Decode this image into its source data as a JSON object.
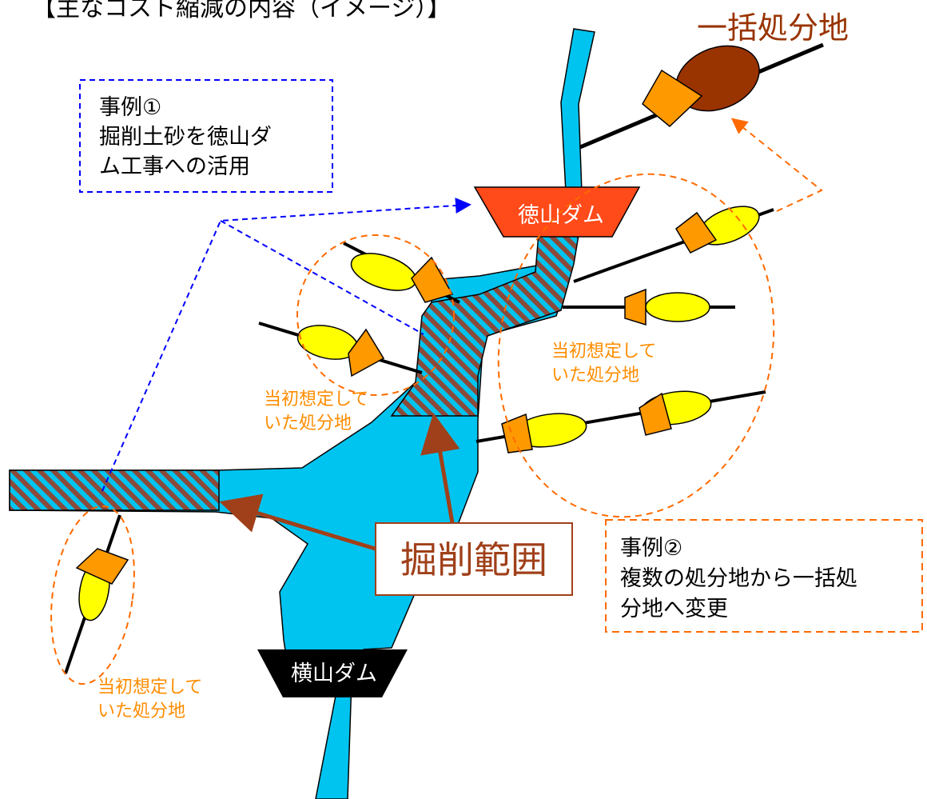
{
  "title": "【主なコスト縮減の内容（イメージ）】",
  "labels": {
    "bulk_disposal": "一括処分地",
    "tokuyama_dam": "徳山ダム",
    "yokoyama_dam": "横山ダム",
    "excavation_range": "掘削範囲",
    "initial_site_line1": "当初想定して",
    "initial_site_line2": "いた処分地"
  },
  "case1": {
    "line1": "事例①",
    "line2": "掘削土砂を徳山ダ",
    "line3": "ム工事への活用"
  },
  "case2": {
    "line1": "事例②",
    "line2": "複数の処分地から一括処",
    "line3": "分地へ変更"
  },
  "colors": {
    "river": "#00C4F0",
    "hatch": "#8B4A3A",
    "tokuyama_dam": "#FF4A1A",
    "yokoyama_dam": "#000000",
    "bulk_site": "#993300",
    "site_yellow": "#FFFF00",
    "trapezoid_orange": "#FF9900",
    "orange_dash": "#FF6A00",
    "blue_dash": "#0000FF",
    "arrow_brown": "#A0401A",
    "orange_text": "#FF8C00"
  }
}
